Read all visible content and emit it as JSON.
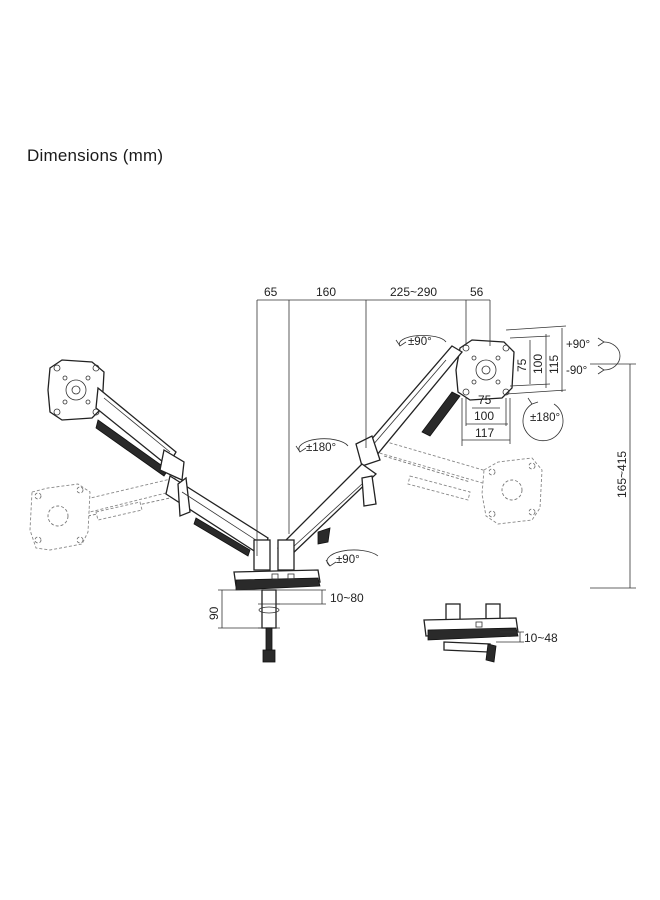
{
  "title": "Dimensions (mm)",
  "dimensions": {
    "top": [
      "65",
      "160",
      "225~290",
      "56"
    ],
    "vesa_vertical": [
      "75",
      "100",
      "115"
    ],
    "vesa_horizontal": [
      "75",
      "100",
      "117"
    ],
    "height_range": "165~415",
    "clamp_height": "90",
    "clamp_range": "10~80",
    "grommet_range": "10~48"
  },
  "rotations": {
    "tilt_up": "+90°",
    "tilt_down": "-90°",
    "upper_swivel": "±90°",
    "monitor_rotate": "±180°",
    "arm_swivel": "±180°",
    "base_swivel": "±90°"
  }
}
